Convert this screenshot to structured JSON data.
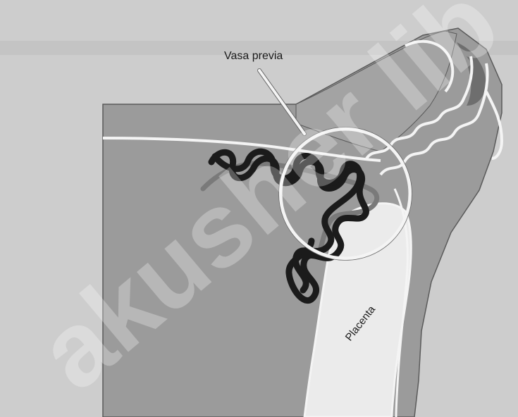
{
  "labels": {
    "vasa_previa": "Vasa previa",
    "placenta": "Placenta"
  },
  "watermark": {
    "text": "akusher lib"
  },
  "colors": {
    "background": "#cdcdcd",
    "uterine_wall": "#9b9b9b",
    "wall_edge": "#5a5a5a",
    "placenta": "#ebebeb",
    "membrane_line": "#f4f4f4",
    "vessel": "#1b1b1b",
    "vessel_shadow": "#7a7a7a",
    "fetal_head_dark": "#6e6e6e"
  }
}
